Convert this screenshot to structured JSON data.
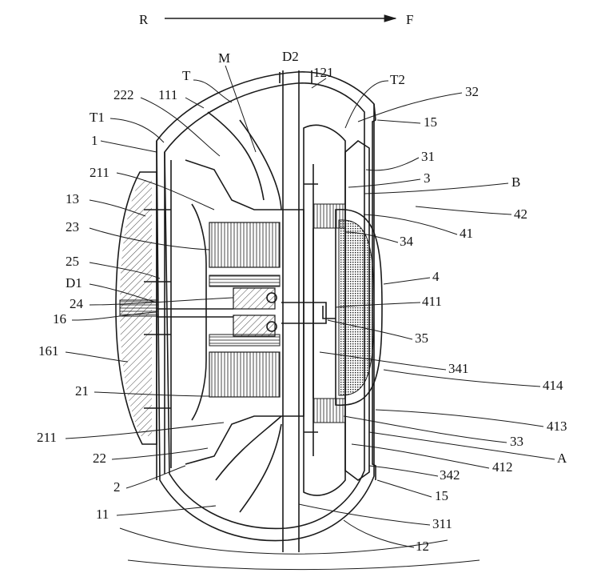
{
  "figure": {
    "direction": {
      "from": "R",
      "to": "F"
    },
    "labels": [
      {
        "text": "M"
      },
      {
        "text": "D2"
      },
      {
        "text": "T"
      },
      {
        "text": "121"
      },
      {
        "text": "T2"
      },
      {
        "text": "222"
      },
      {
        "text": "111"
      },
      {
        "text": "32"
      },
      {
        "text": "T1"
      },
      {
        "text": "15"
      },
      {
        "text": "1"
      },
      {
        "text": "31"
      },
      {
        "text": "211"
      },
      {
        "text": "3"
      },
      {
        "text": "B"
      },
      {
        "text": "13"
      },
      {
        "text": "42"
      },
      {
        "text": "23"
      },
      {
        "text": "41"
      },
      {
        "text": "34"
      },
      {
        "text": "25"
      },
      {
        "text": "4"
      },
      {
        "text": "D1"
      },
      {
        "text": "411"
      },
      {
        "text": "24"
      },
      {
        "text": "16"
      },
      {
        "text": "35"
      },
      {
        "text": "161"
      },
      {
        "text": "341"
      },
      {
        "text": "21"
      },
      {
        "text": "414"
      },
      {
        "text": "413"
      },
      {
        "text": "211"
      },
      {
        "text": "33"
      },
      {
        "text": "A"
      },
      {
        "text": "22"
      },
      {
        "text": "412"
      },
      {
        "text": "342"
      },
      {
        "text": "2"
      },
      {
        "text": "15"
      },
      {
        "text": "11"
      },
      {
        "text": "311"
      },
      {
        "text": "12"
      }
    ]
  }
}
